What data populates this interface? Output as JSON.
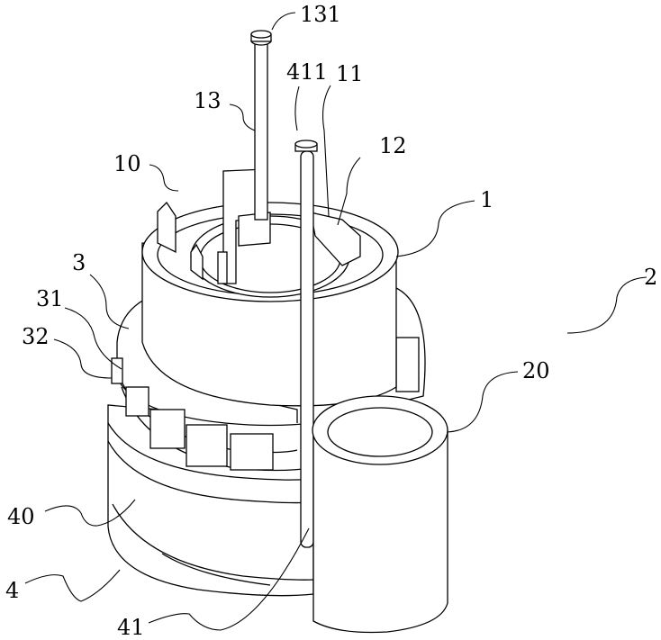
{
  "figure": {
    "type": "patent-line-drawing",
    "labels": [
      {
        "id": "131",
        "text": "131"
      },
      {
        "id": "13",
        "text": "13"
      },
      {
        "id": "411",
        "text": "411"
      },
      {
        "id": "11",
        "text": "11"
      },
      {
        "id": "12",
        "text": "12"
      },
      {
        "id": "10",
        "text": "10"
      },
      {
        "id": "1",
        "text": "1"
      },
      {
        "id": "2",
        "text": "2"
      },
      {
        "id": "3",
        "text": "3"
      },
      {
        "id": "31",
        "text": "31"
      },
      {
        "id": "32",
        "text": "32"
      },
      {
        "id": "20",
        "text": "20"
      },
      {
        "id": "40",
        "text": "40"
      },
      {
        "id": "4",
        "text": "4"
      },
      {
        "id": "41",
        "text": "41"
      }
    ]
  }
}
